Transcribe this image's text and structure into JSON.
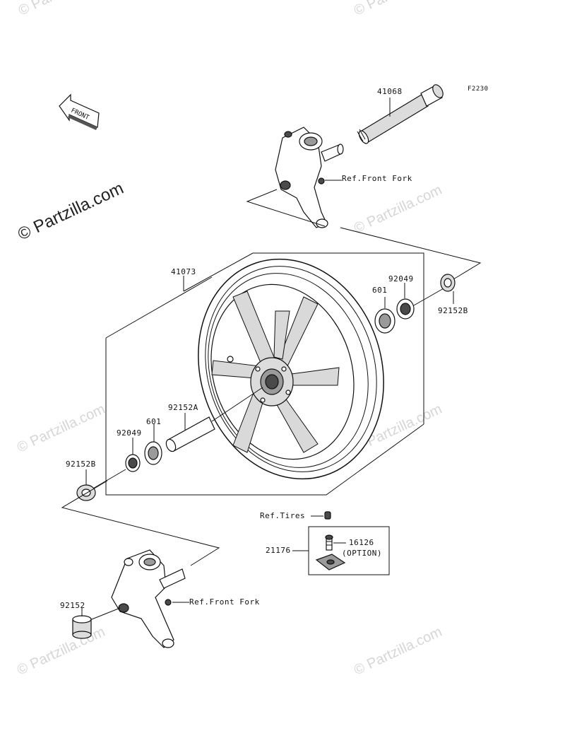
{
  "diagram": {
    "code": "F2230",
    "front_arrow_text": "FRONT",
    "copyright": "© Partzilla.com",
    "watermark": "© Partzilla.com",
    "labels": {
      "axle": "41068",
      "wheel": "41073",
      "bearing_right": "601",
      "seal_right": "92049",
      "collar_right": "92152B",
      "spacer": "92152A",
      "bearing_left": "601",
      "seal_left": "92049",
      "collar_left": "92152B",
      "collar_lower": "92152",
      "ref_fork_upper": "Ref.Front Fork",
      "ref_fork_lower": "Ref.Front Fork",
      "ref_tires": "Ref.Tires",
      "valve_kit": "21176",
      "valve": "16126",
      "valve_option": "(OPTION)"
    }
  }
}
